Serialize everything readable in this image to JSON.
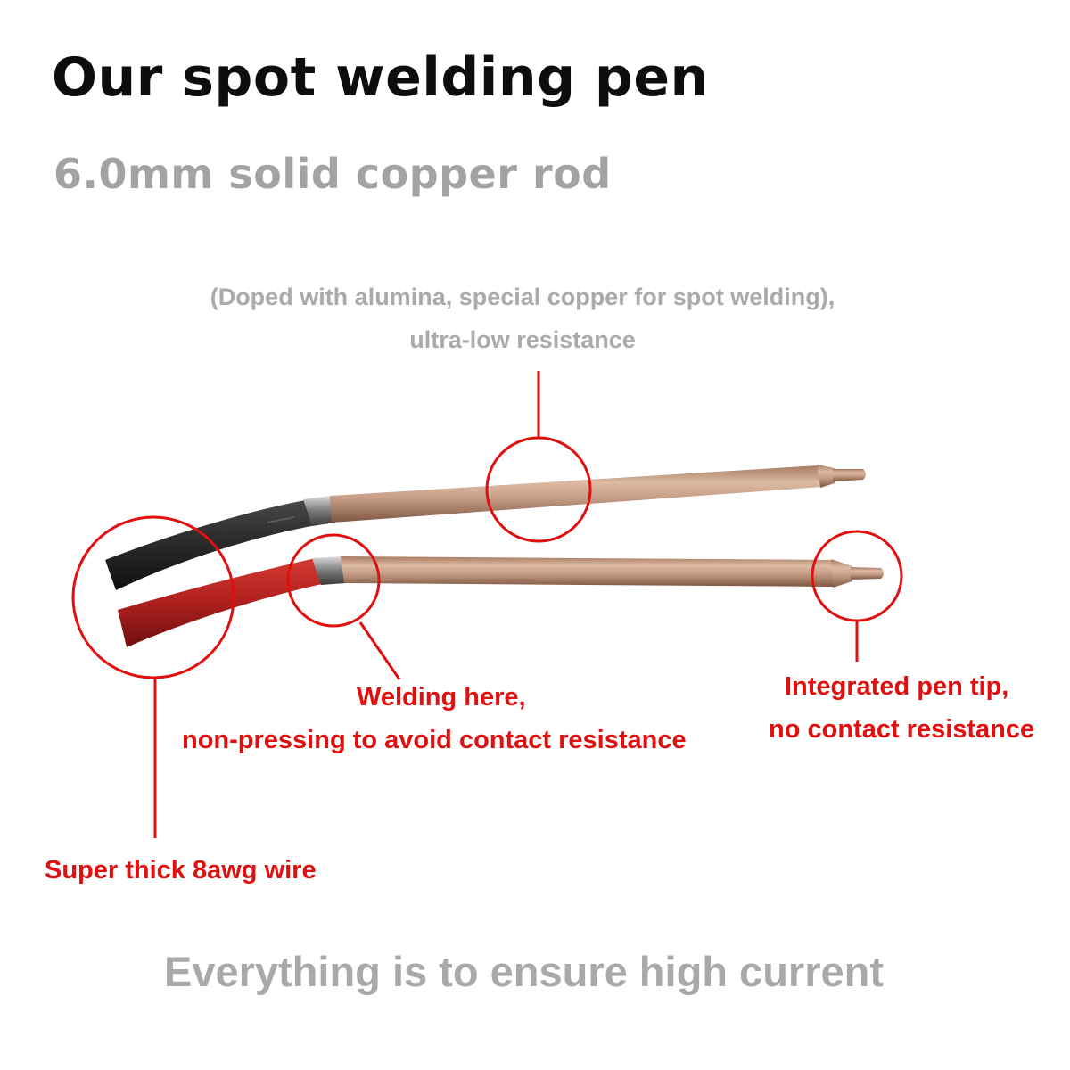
{
  "heading": {
    "title": "Our spot welding pen",
    "subtitle": "6.0mm solid copper rod"
  },
  "callouts": {
    "material_line1": "(Doped with alumina, special copper for spot welding),",
    "material_line2": "ultra-low resistance",
    "welding_line1": "Welding here,",
    "welding_line2": "non-pressing to avoid contact resistance",
    "tip_line1": "Integrated pen tip,",
    "tip_line2": "no contact resistance",
    "wire": "Super thick 8awg wire"
  },
  "footer": "Everything is to ensure high current",
  "colors": {
    "title": "#0d0d0d",
    "gray_text": "#a6a6a6",
    "callout_red": "#e01010",
    "copper": "#c9a089",
    "black_wire": "#2b2b2b",
    "red_wire": "#b3221f"
  }
}
